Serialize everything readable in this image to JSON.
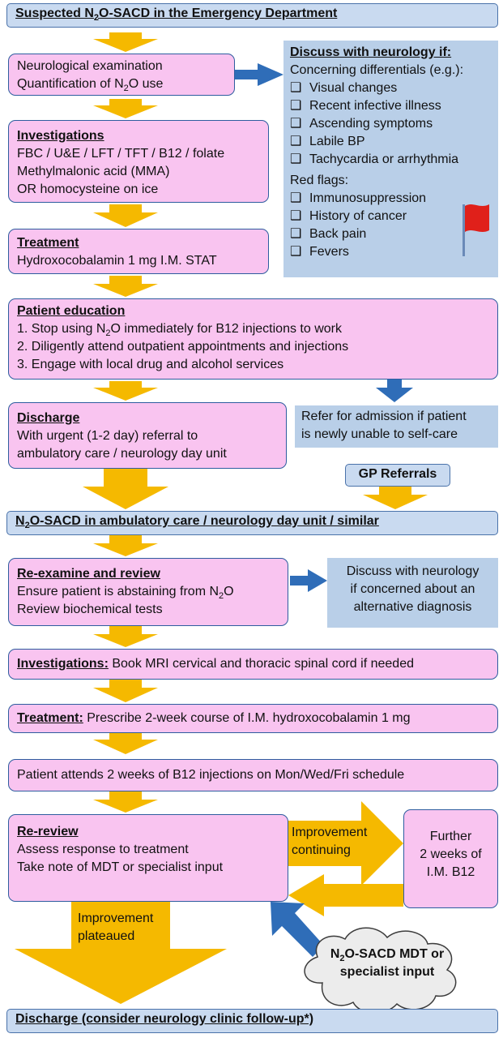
{
  "header1": {
    "text_a": "Suspected N",
    "sub": "2",
    "text_b": "O-SACD in the Emergency Department"
  },
  "neuro_exam": {
    "line1": "Neurological examination",
    "line2_a": "Quantification of N",
    "line2_sub": "2",
    "line2_b": "O use"
  },
  "discuss_box": {
    "title": "Discuss with neurology if:",
    "subtitle": "Concerning differentials (e.g.):",
    "checkbox_glyph": "❑",
    "differentials": [
      "Visual changes",
      "Recent infective illness",
      "Ascending symptoms",
      "Labile BP",
      "Tachycardia or arrhythmia"
    ],
    "red_flags_title": "Red flags:",
    "red_flags": [
      "Immunosuppression",
      "History of cancer",
      "Back pain",
      "Fevers"
    ]
  },
  "investigations1": {
    "title": "Investigations",
    "lines": [
      "FBC / U&E / LFT / TFT / B12 / folate",
      "Methylmalonic acid (MMA)",
      "OR homocysteine on ice"
    ]
  },
  "treatment1": {
    "title": "Treatment",
    "line": "Hydroxocobalamin 1 mg I.M. STAT"
  },
  "education": {
    "title": "Patient education",
    "line1_a": "1. Stop using N",
    "line1_sub": "2",
    "line1_b": "O immediately for B12 injections to work",
    "line2": "2. Diligently attend outpatient appointments and injections",
    "line3": "3. Engage with local drug and alcohol services"
  },
  "discharge1": {
    "title": "Discharge",
    "line1": "With urgent (1-2 day) referral to",
    "line2": "ambulatory care / neurology day unit"
  },
  "refer": {
    "line1": "Refer for admission if patient",
    "line2": "is newly unable to self-care"
  },
  "gp": {
    "text": "GP Referrals"
  },
  "header2": {
    "text_a": "N",
    "sub": "2",
    "text_b": "O-SACD in ambulatory care / neurology day unit / similar"
  },
  "reexamine": {
    "title": "Re-examine and review",
    "line1_a": "Ensure patient is abstaining from N",
    "line1_sub": "2",
    "line1_b": "O",
    "line2": "Review biochemical tests"
  },
  "discuss2": {
    "line1": "Discuss with neurology",
    "line2": "if concerned about an",
    "line3": "alternative diagnosis"
  },
  "investigations2": {
    "title": "Investigations:",
    "text": " Book MRI cervical and thoracic spinal cord if needed"
  },
  "treatment2": {
    "title": "Treatment:",
    "text": " Prescribe 2-week course of I.M. hydroxocobalamin 1 mg"
  },
  "attends": {
    "text": "Patient attends 2 weeks of B12 injections on Mon/Wed/Fri schedule"
  },
  "rereview": {
    "title": "Re-review",
    "line1": "Assess response to treatment",
    "line2": "Take note of MDT or specialist input"
  },
  "improvement_continuing": {
    "line1": "Improvement",
    "line2": "continuing"
  },
  "further": {
    "line1": "Further",
    "line2": "2 weeks of",
    "line3": "I.M. B12"
  },
  "improvement_plateaued": {
    "line1": "Improvement",
    "line2": "plateaued"
  },
  "mdt_cloud": {
    "line1_a": "N",
    "line1_sub": "2",
    "line1_b": "O-SACD MDT or",
    "line2": "specialist input"
  },
  "header3": {
    "text": "Discharge (consider neurology clinic follow-up*)"
  },
  "colors": {
    "pink": "#f9c4f0",
    "blue_panel": "#b9cfe8",
    "header": "#c9daf0",
    "arrow_orange": "#f5b900",
    "arrow_blue": "#2f6db8",
    "flag_red": "#e0201a"
  }
}
